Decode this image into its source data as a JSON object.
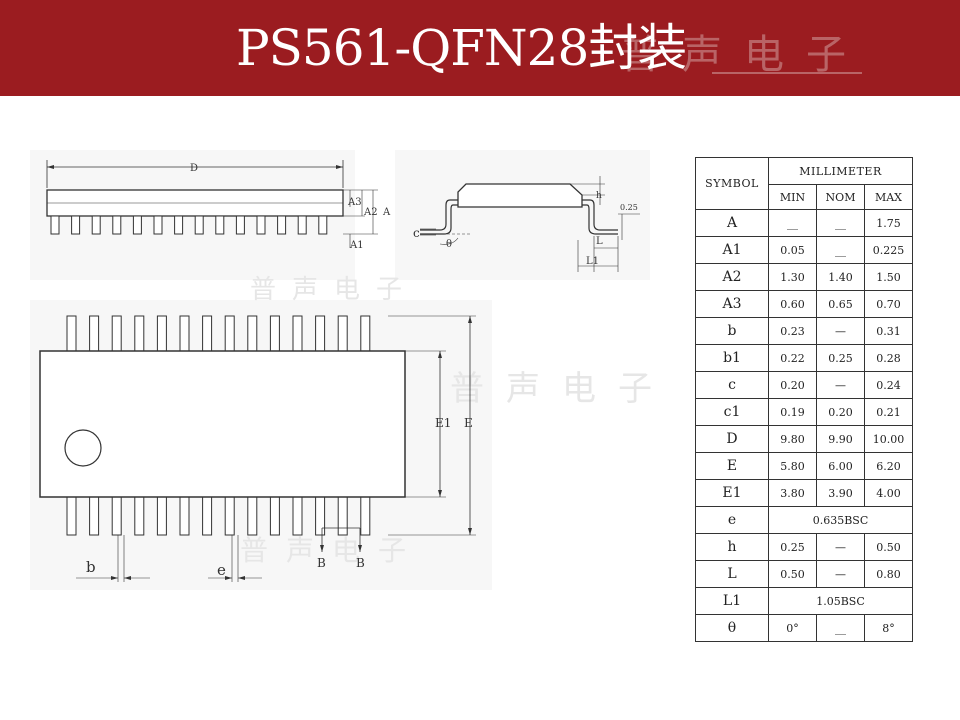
{
  "header": {
    "title": "PS561-QFN28封装",
    "watermark": "普声电子"
  },
  "drawing": {
    "labels": {
      "D": "D",
      "A3": "A3",
      "A2": "A2",
      "A": "A",
      "A1": "A1",
      "h": "h",
      "dim025": "0.25",
      "c": "c",
      "theta": "θ",
      "L": "L",
      "L1": "L1",
      "E1": "E1",
      "E": "E",
      "b": "b",
      "e": "e",
      "B1": "B",
      "B2": "B"
    }
  },
  "table": {
    "symbol_header": "SYMBOL",
    "unit_header": "MILLIMETER",
    "col_min": "MIN",
    "col_nom": "NOM",
    "col_max": "MAX",
    "rows": [
      {
        "symbol": "A",
        "min": "__",
        "nom": "__",
        "max": "1.75"
      },
      {
        "symbol": "A1",
        "min": "0.05",
        "nom": "__",
        "max": "0.225"
      },
      {
        "symbol": "A2",
        "min": "1.30",
        "nom": "1.40",
        "max": "1.50"
      },
      {
        "symbol": "A3",
        "min": "0.60",
        "nom": "0.65",
        "max": "0.70"
      },
      {
        "symbol": "b",
        "min": "0.23",
        "nom": "—",
        "max": "0.31"
      },
      {
        "symbol": "b1",
        "min": "0.22",
        "nom": "0.25",
        "max": "0.28"
      },
      {
        "symbol": "c",
        "min": "0.20",
        "nom": "—",
        "max": "0.24"
      },
      {
        "symbol": "c1",
        "min": "0.19",
        "nom": "0.20",
        "max": "0.21"
      },
      {
        "symbol": "D",
        "min": "9.80",
        "nom": "9.90",
        "max": "10.00"
      },
      {
        "symbol": "E",
        "min": "5.80",
        "nom": "6.00",
        "max": "6.20"
      },
      {
        "symbol": "E1",
        "min": "3.80",
        "nom": "3.90",
        "max": "4.00"
      },
      {
        "symbol": "e",
        "span": "0.635BSC"
      },
      {
        "symbol": "h",
        "min": "0.25",
        "nom": "—",
        "max": "0.50"
      },
      {
        "symbol": "L",
        "min": "0.50",
        "nom": "—",
        "max": "0.80"
      },
      {
        "symbol": "L1",
        "span": "1.05BSC"
      },
      {
        "symbol": "θ",
        "min": "0°",
        "nom": "__",
        "max": "8°"
      }
    ]
  }
}
